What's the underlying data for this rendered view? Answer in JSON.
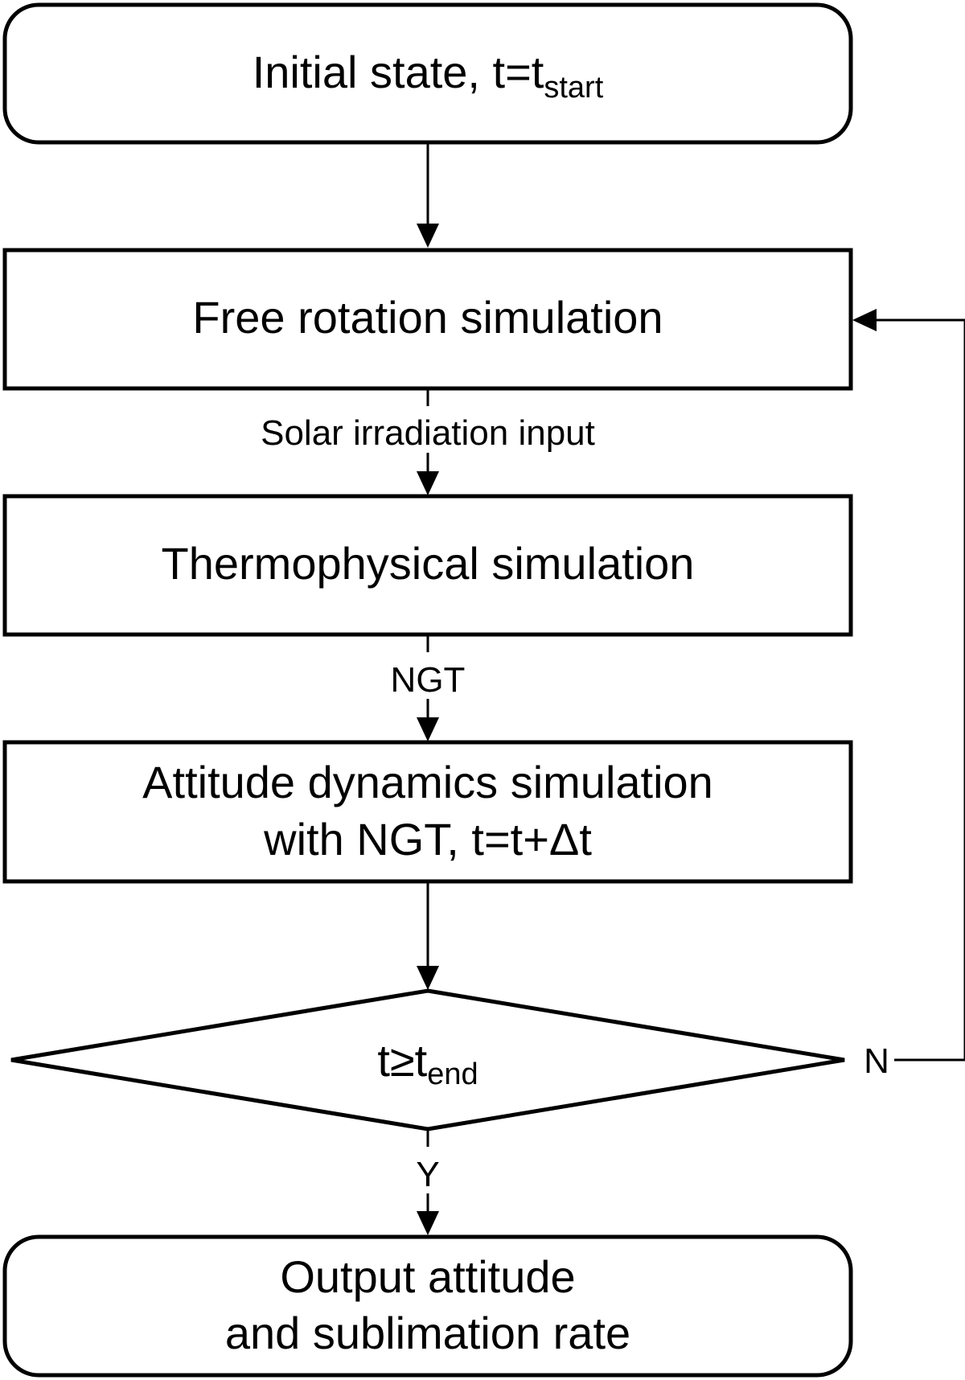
{
  "nodes": {
    "start": {
      "main": "Initial state, t=t",
      "sub": "start"
    },
    "free_rotation": {
      "label": "Free rotation simulation"
    },
    "thermophysical": {
      "label": "Thermophysical simulation"
    },
    "attitude": {
      "line1": "Attitude dynamics simulation",
      "line2": "with NGT, t=t+Δt"
    },
    "decision": {
      "main": "t≥t",
      "sub": "end"
    },
    "output": {
      "line1": "Output attitude",
      "line2": "and sublimation rate"
    }
  },
  "edges": {
    "solar_input": "Solar irradiation input",
    "ngt": "NGT",
    "yes": "Y",
    "no": "N"
  }
}
